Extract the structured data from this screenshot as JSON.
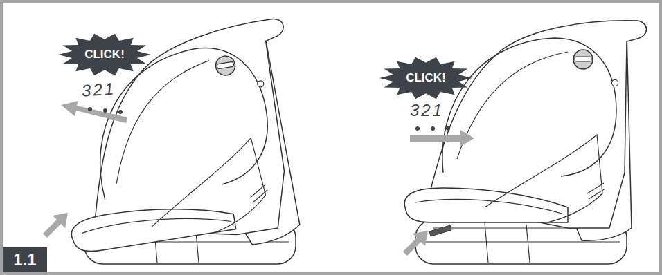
{
  "diagram": {
    "nodes": [
      {
        "text": [
          "CLICK!"
        ]
      },
      {
        "text": [
          "CLICK!"
        ]
      },
      {
        "text": [
          "1.1"
        ]
      }
    ],
    "labels": [
      "321",
      "321"
    ]
  }
}
